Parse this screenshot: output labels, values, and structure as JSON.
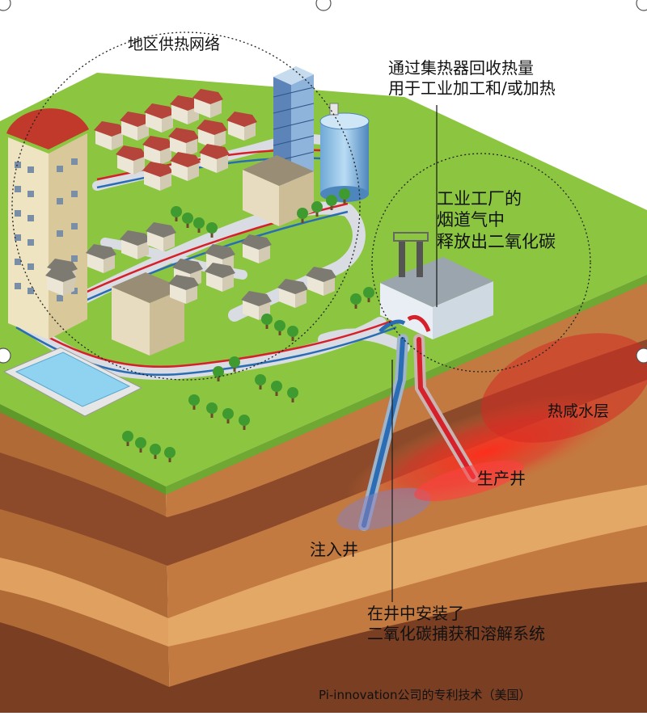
{
  "labels": {
    "district_heating": "地区供热网络",
    "heat_collector": [
      "通过集热器回收热量",
      "用于工业加工和/或加热"
    ],
    "factory_flue": [
      "工业工厂的",
      "烟道气中",
      "释放出二氧化碳"
    ],
    "aquifer": "热咸水层",
    "production_well": "生产井",
    "injection_well": "注入井",
    "capture_system": [
      "在井中安装了",
      "二氧化碳捕获和溶解系统"
    ],
    "credit": "Pi-innovation公司的专利技术（美国）"
  },
  "colors": {
    "grass": "#8cc641",
    "grass_dark": "#6fa832",
    "road": "#d9dde3",
    "pipe_red": "#d6202a",
    "pipe_blue": "#2a6db5",
    "soil_top": "#c8783d",
    "soil_mid": "#9a5632",
    "soil_dark": "#6b3a22",
    "aquifer_red": "#e0312d",
    "house_wall": "#ece6d6",
    "house_roof": "#b5443a",
    "tree": "#3f9a2f",
    "water": "#8fd3f0"
  }
}
